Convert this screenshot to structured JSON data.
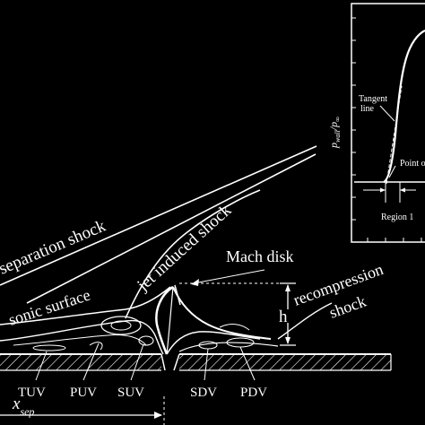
{
  "labels": {
    "separation_shock": "separation shock",
    "jet_induced_shock": "jet induced shock",
    "sonic_surface": "sonic surface",
    "mach_disk": "Mach disk",
    "recompression_shock_1": "recompression",
    "recompression_shock_2": "shock",
    "height": "h",
    "x_sep_main": "x",
    "x_sep_sub": "sep"
  },
  "vortices": [
    "TUV",
    "PUV",
    "SUV",
    "SDV",
    "PDV"
  ],
  "inset": {
    "y_axis_label_main": "p",
    "y_axis_label_sub": "wall",
    "y_axis_label_tail": "/p",
    "y_axis_label_tail_sub": "∞",
    "tangent_line_1": "Tangent",
    "tangent_line_2": "line",
    "point_of": "Point o",
    "region": "Region 1"
  },
  "colors": {
    "background": "#000000",
    "ink": "#ffffff"
  }
}
